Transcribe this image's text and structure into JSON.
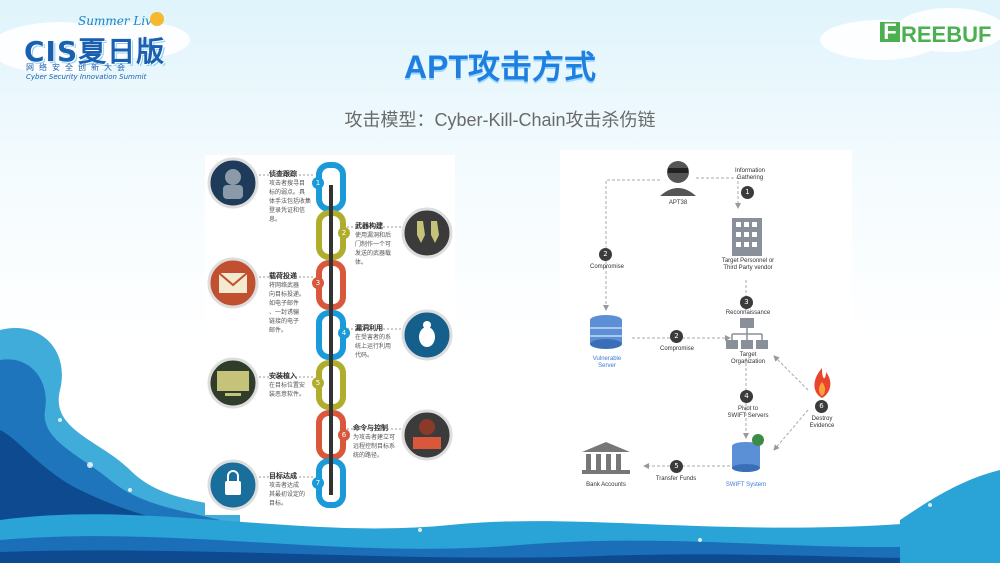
{
  "header": {
    "summer_live": "Summer Live",
    "cis_logo": "CIS夏日版",
    "cis_cn": "网络安全创新大会",
    "cis_en": "Cyber Security Innovation Summit",
    "freebuf_mark": "F",
    "freebuf_text": "REEBUF"
  },
  "main": {
    "title": "APT攻击方式",
    "subtitle": "攻击模型：Cyber-Kill-Chain攻击杀伤链"
  },
  "kill_chain": {
    "stages": [
      {
        "num": "1",
        "title": "侦查跟踪",
        "desc": [
          "攻击者搜寻目",
          "标的弱点。具",
          "体手法包括收集",
          "登录凭证和信",
          "息。"
        ]
      },
      {
        "num": "2",
        "title": "武器构建",
        "desc": [
          "使用漏洞和后",
          "门制作一个可",
          "发送的武器载",
          "体。"
        ]
      },
      {
        "num": "3",
        "title": "载荷投递",
        "desc": [
          "将网络武器",
          "向目标投递。",
          "如电子邮件",
          "、一封诱骗",
          "链接的电子",
          "邮件。"
        ]
      },
      {
        "num": "4",
        "title": "漏洞利用",
        "desc": [
          "在受害者的系",
          "统上运行利用",
          "代码。"
        ]
      },
      {
        "num": "5",
        "title": "安装植入",
        "desc": [
          "在目标位置安",
          "装恶意软件。"
        ]
      },
      {
        "num": "6",
        "title": "命令与控制",
        "desc": [
          "为攻击者建立可",
          "远程控制目标系",
          "统的路径。"
        ]
      },
      {
        "num": "7",
        "title": "目标达成",
        "desc": [
          "攻击者达成",
          "其最初设定的",
          "目标。"
        ]
      }
    ]
  },
  "flow": {
    "apt38": "APT38",
    "info1": "Information",
    "info2": "Gathering",
    "target_vendor1": "Target Personnel or",
    "target_vendor2": "Third Party vendor",
    "compromise_a": "Compromise",
    "compromise_b": "Compromise",
    "recon": "Reconnaissance",
    "vuln1": "Vulnerable",
    "vuln2": "Server",
    "target_org1": "Target",
    "target_org2": "Organization",
    "pivot1": "Pivot to",
    "pivot2": "SWIFT Servers",
    "destroy1": "Destroy",
    "destroy2": "Evidence",
    "transfer": "Transfer Funds",
    "bank": "Bank Accounts",
    "swift": "SWIFT System",
    "n1": "1",
    "n2a": "2",
    "n2b": "2",
    "n3": "3",
    "n4": "4",
    "n5": "5",
    "n6": "6"
  },
  "colors": {
    "title_blue": "#1f7fe0",
    "chain_blue": "#1a9ad8",
    "chain_olive": "#b0ad2d",
    "chain_red": "#d9583b",
    "badge_dark": "#3b3b3b"
  }
}
